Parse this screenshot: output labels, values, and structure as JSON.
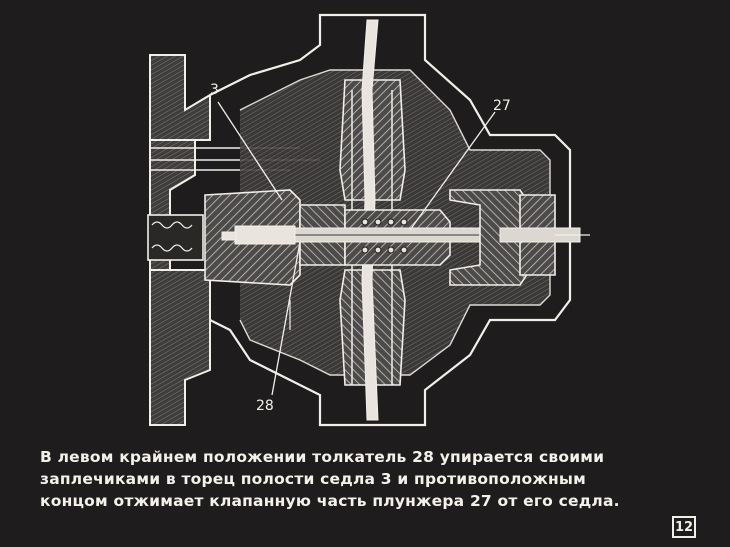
{
  "labels": {
    "seat": "3",
    "plunger": "27",
    "pusher": "28"
  },
  "caption": {
    "line1": "В левом крайнем положении толкатель 28 упирается своими",
    "line2": "заплечиками в торец полости седла 3 и противоположным",
    "line3": "концом отжимает клапанную часть плунжера 27 от его седла."
  },
  "page_number": "12",
  "colors": {
    "background": "#1f1c1d",
    "line": "#f2efe9",
    "body_fill": "#5a5757",
    "hatch": "#bdb9b3"
  }
}
